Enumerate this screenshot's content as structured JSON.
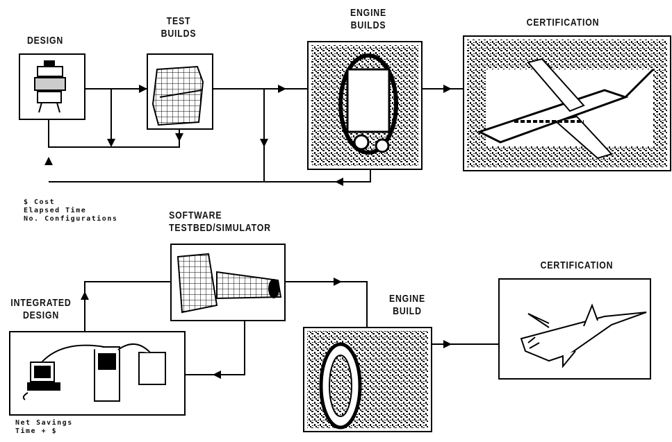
{
  "top_flow": {
    "design_label": "DESIGN",
    "test_builds_label": [
      "TEST",
      "BUILDS"
    ],
    "engine_builds_label": [
      "ENGINE",
      "BUILDS"
    ],
    "certification_label": "CERTIFICATION",
    "notes": [
      "$ Cost",
      "Elapsed Time",
      "No. Configurations"
    ]
  },
  "bottom_flow": {
    "software_label": [
      "SOFTWARE",
      "TESTBED/SIMULATOR"
    ],
    "integrated_design_label": [
      "INTEGRATED",
      "DESIGN"
    ],
    "engine_build_label": [
      "ENGINE",
      "BUILD"
    ],
    "certification_label": "CERTIFICATION",
    "notes": [
      "Net Savings",
      "Time + $"
    ]
  }
}
